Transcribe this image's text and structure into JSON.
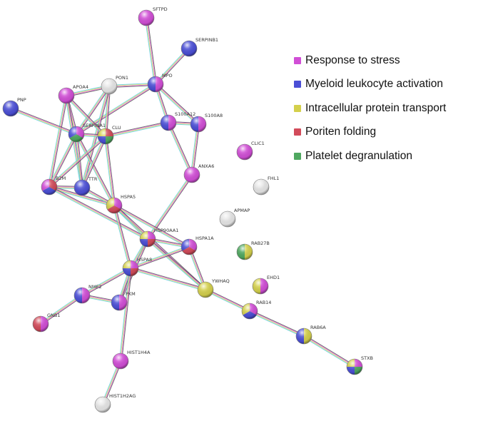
{
  "legend": [
    {
      "label": "Response to stress",
      "color": "#d14ed6"
    },
    {
      "label": "Myeloid leukocyte activation",
      "color": "#4b4fd6"
    },
    {
      "label": "Intracellular protein transport",
      "color": "#d4d04c"
    },
    {
      "label": "Poriten folding",
      "color": "#d24b5a"
    },
    {
      "label": "Platelet degranulation",
      "color": "#4fa860"
    }
  ],
  "network": {
    "nodes": [
      {
        "id": "SFTPD",
        "groups": [
          "stress"
        ]
      },
      {
        "id": "SERPINB1",
        "groups": [
          "myeloid"
        ]
      },
      {
        "id": "MPO",
        "groups": [
          "stress",
          "myeloid"
        ]
      },
      {
        "id": "PON1",
        "groups": []
      },
      {
        "id": "APOA4",
        "groups": [
          "stress"
        ]
      },
      {
        "id": "PNP",
        "groups": [
          "myeloid"
        ]
      },
      {
        "id": "SERPINA1",
        "groups": [
          "stress",
          "platelet",
          "myeloid"
        ]
      },
      {
        "id": "CLU",
        "groups": [
          "folding",
          "platelet",
          "myeloid",
          "transport"
        ]
      },
      {
        "id": "S100A12",
        "groups": [
          "stress",
          "myeloid"
        ]
      },
      {
        "id": "S100A8",
        "groups": [
          "stress",
          "myeloid"
        ]
      },
      {
        "id": "ANXA6",
        "groups": [
          "stress"
        ]
      },
      {
        "id": "CLIC1",
        "groups": [
          "stress"
        ]
      },
      {
        "id": "FHL1",
        "groups": []
      },
      {
        "id": "APMAP",
        "groups": []
      },
      {
        "id": "B2M",
        "groups": [
          "folding",
          "myeloid",
          "stress"
        ]
      },
      {
        "id": "TTR",
        "groups": [
          "myeloid"
        ]
      },
      {
        "id": "HSPA5",
        "groups": [
          "stress",
          "folding",
          "transport"
        ]
      },
      {
        "id": "HSP90AA1",
        "groups": [
          "stress",
          "folding",
          "myeloid",
          "transport"
        ]
      },
      {
        "id": "HSPA1A",
        "groups": [
          "stress",
          "folding",
          "myeloid"
        ]
      },
      {
        "id": "RAB27B",
        "groups": [
          "transport",
          "platelet"
        ]
      },
      {
        "id": "HSPA8",
        "groups": [
          "stress",
          "folding",
          "myeloid",
          "transport"
        ]
      },
      {
        "id": "YWHAQ",
        "groups": [
          "transport"
        ]
      },
      {
        "id": "EHD1",
        "groups": [
          "stress",
          "transport"
        ]
      },
      {
        "id": "NME2",
        "groups": [
          "stress",
          "myeloid"
        ]
      },
      {
        "id": "PKM",
        "groups": [
          "stress",
          "myeloid"
        ]
      },
      {
        "id": "RAB14",
        "groups": [
          "stress",
          "myeloid",
          "transport"
        ]
      },
      {
        "id": "GNB1",
        "groups": [
          "stress",
          "folding"
        ]
      },
      {
        "id": "RAB6A",
        "groups": [
          "transport",
          "myeloid"
        ]
      },
      {
        "id": "HIST1H4A",
        "groups": [
          "stress"
        ]
      },
      {
        "id": "STXB",
        "groups": [
          "stress",
          "platelet",
          "myeloid",
          "transport"
        ]
      },
      {
        "id": "HIST1H2AG",
        "groups": []
      }
    ],
    "edges": [
      [
        "SFTPD",
        "MPO"
      ],
      [
        "SERPINB1",
        "MPO"
      ],
      [
        "MPO",
        "PON1"
      ],
      [
        "MPO",
        "SERPINA1"
      ],
      [
        "MPO",
        "S100A12"
      ],
      [
        "MPO",
        "S100A8"
      ],
      [
        "PON1",
        "APOA4"
      ],
      [
        "PON1",
        "SERPINA1"
      ],
      [
        "PON1",
        "CLU"
      ],
      [
        "PON1",
        "TTR"
      ],
      [
        "APOA4",
        "SERPINA1"
      ],
      [
        "APOA4",
        "CLU"
      ],
      [
        "APOA4",
        "B2M"
      ],
      [
        "APOA4",
        "TTR"
      ],
      [
        "PNP",
        "SERPINA1"
      ],
      [
        "SERPINA1",
        "CLU"
      ],
      [
        "SERPINA1",
        "B2M"
      ],
      [
        "SERPINA1",
        "TTR"
      ],
      [
        "SERPINA1",
        "HSPA5"
      ],
      [
        "CLU",
        "S100A12"
      ],
      [
        "CLU",
        "B2M"
      ],
      [
        "CLU",
        "TTR"
      ],
      [
        "CLU",
        "HSPA5"
      ],
      [
        "S100A12",
        "S100A8"
      ],
      [
        "S100A12",
        "ANXA6"
      ],
      [
        "S100A8",
        "ANXA6"
      ],
      [
        "ANXA6",
        "HSP90AA1"
      ],
      [
        "B2M",
        "TTR"
      ],
      [
        "B2M",
        "HSPA5"
      ],
      [
        "B2M",
        "HSP90AA1"
      ],
      [
        "TTR",
        "HSPA5"
      ],
      [
        "HSPA5",
        "HSP90AA1"
      ],
      [
        "HSPA5",
        "HSPA1A"
      ],
      [
        "HSPA5",
        "HSPA8"
      ],
      [
        "HSPA5",
        "YWHAQ"
      ],
      [
        "HSP90AA1",
        "HSPA1A"
      ],
      [
        "HSP90AA1",
        "HSPA8"
      ],
      [
        "HSP90AA1",
        "YWHAQ"
      ],
      [
        "HSP90AA1",
        "PKM"
      ],
      [
        "HSPA1A",
        "HSPA8"
      ],
      [
        "HSPA1A",
        "YWHAQ"
      ],
      [
        "HSPA8",
        "YWHAQ"
      ],
      [
        "HSPA8",
        "NME2"
      ],
      [
        "HSPA8",
        "PKM"
      ],
      [
        "HSPA8",
        "HIST1H4A"
      ],
      [
        "NME2",
        "PKM"
      ],
      [
        "NME2",
        "GNB1"
      ],
      [
        "YWHAQ",
        "RAB14"
      ],
      [
        "RAB14",
        "RAB6A"
      ],
      [
        "RAB6A",
        "STXB"
      ],
      [
        "HIST1H4A",
        "HIST1H2AG"
      ]
    ]
  }
}
